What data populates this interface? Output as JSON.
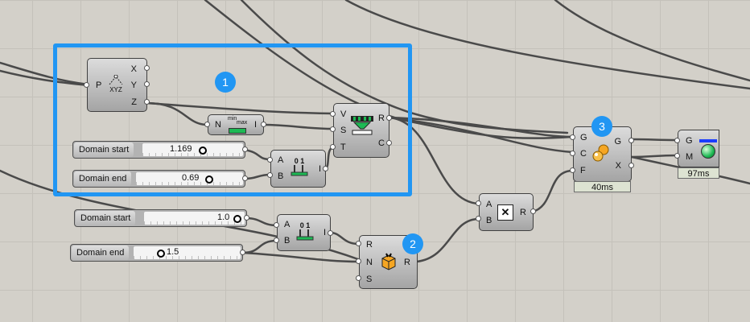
{
  "colors": {
    "canvas": "#d3d0c9",
    "selection": "#2196f3",
    "badge": "#2196f3"
  },
  "badges": [
    "1",
    "2",
    "3"
  ],
  "nodes": {
    "deconstruct": {
      "inputs": [
        "P"
      ],
      "outputs": [
        "X",
        "Y",
        "Z"
      ],
      "icon": "xyz-icon",
      "icon_text": "XYZ"
    },
    "bounds": {
      "inputs": [
        "N"
      ],
      "outputs": [
        "I"
      ],
      "icon": "min-max-icon",
      "min": "min",
      "max": "max"
    },
    "pipeline": {
      "inputs": [
        "V",
        "S",
        "T"
      ],
      "outputs": [
        "R",
        "C"
      ],
      "icon": "funnel-icon"
    },
    "construct_domain_1": {
      "inputs": [
        "A",
        "B"
      ],
      "outputs": [
        "I"
      ],
      "icon": "domain-icon",
      "icon_text": "0 1"
    },
    "construct_domain_2": {
      "inputs": [
        "A",
        "B"
      ],
      "outputs": [
        "I"
      ],
      "icon": "domain-icon",
      "icon_text": "0 1"
    },
    "random": {
      "inputs": [
        "R",
        "N",
        "S"
      ],
      "outputs": [
        "R"
      ],
      "icon": "dice-icon"
    },
    "multiply": {
      "inputs": [
        "A",
        "B"
      ],
      "outputs": [
        "R"
      ],
      "icon": "multiply-icon",
      "symbol": "✕"
    },
    "geometry_op": {
      "inputs": [
        "G",
        "C",
        "F"
      ],
      "outputs": [
        "G",
        "X"
      ],
      "icon": "spheres-icon",
      "timer": "40ms"
    },
    "preview": {
      "inputs": [
        "G",
        "M"
      ],
      "icon": "preview-sphere-icon",
      "timer": "97ms"
    }
  },
  "sliders": [
    {
      "label": "Domain start",
      "value": "1.169"
    },
    {
      "label": "Domain end",
      "value": "0.69"
    },
    {
      "label": "Domain start",
      "value": "1.0"
    },
    {
      "label": "Domain end",
      "value": "1.5"
    }
  ]
}
